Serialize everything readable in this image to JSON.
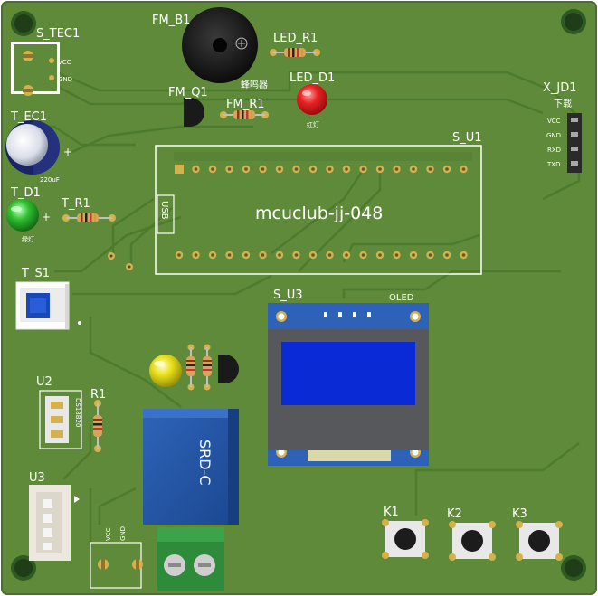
{
  "colors": {
    "board": "#5f8a3a",
    "board_edge": "#4f7630",
    "trace": "#4d7a2e",
    "pad": "#d4b14a",
    "silk": "#ffffff",
    "oled_pcb": "#2d62b8",
    "oled_screen": "#0a2ad6",
    "relay": "#2255a8",
    "terminal": "#2e8b3a",
    "led_red": "#e52222",
    "led_green": "#2fbf2f",
    "led_yellow": "#e8df1a"
  },
  "components": {
    "s_tec1": {
      "label": "S_TEC1",
      "pin1": "VCC",
      "pin2": "GND"
    },
    "fm_b1": {
      "label": "FM_B1",
      "name_cn": "蜂鸣器"
    },
    "fm_q1": {
      "label": "FM_Q1"
    },
    "fm_r1": {
      "label": "FM_R1"
    },
    "led_r1": {
      "label": "LED_R1"
    },
    "led_d1": {
      "label": "LED_D1",
      "note": "红灯"
    },
    "x_jd1": {
      "label": "X_JD1",
      "title_cn": "下载",
      "pins": [
        "VCC",
        "GND",
        "RXD",
        "TXD"
      ]
    },
    "t_ec1": {
      "label": "T_EC1",
      "value": "220uF"
    },
    "t_d1": {
      "label": "T_D1",
      "note": "绿灯"
    },
    "t_r1": {
      "label": "T_R1"
    },
    "s_u1": {
      "label": "S_U1",
      "name": "mcuclub-jj-048",
      "usb": "USB"
    },
    "t_s1": {
      "label": "T_S1"
    },
    "s_u3": {
      "label": "S_U3",
      "oled": "OLED"
    },
    "u2": {
      "label": "U2",
      "part": "DS18B20"
    },
    "r1": {
      "label": "R1"
    },
    "relay": {
      "label": "SRD-C"
    },
    "u3": {
      "label": "U3"
    },
    "k1": {
      "label": "K1"
    },
    "k2": {
      "label": "K2"
    },
    "k3": {
      "label": "K3"
    },
    "power": {
      "pin1": "VCC",
      "pin2": "GND"
    }
  }
}
